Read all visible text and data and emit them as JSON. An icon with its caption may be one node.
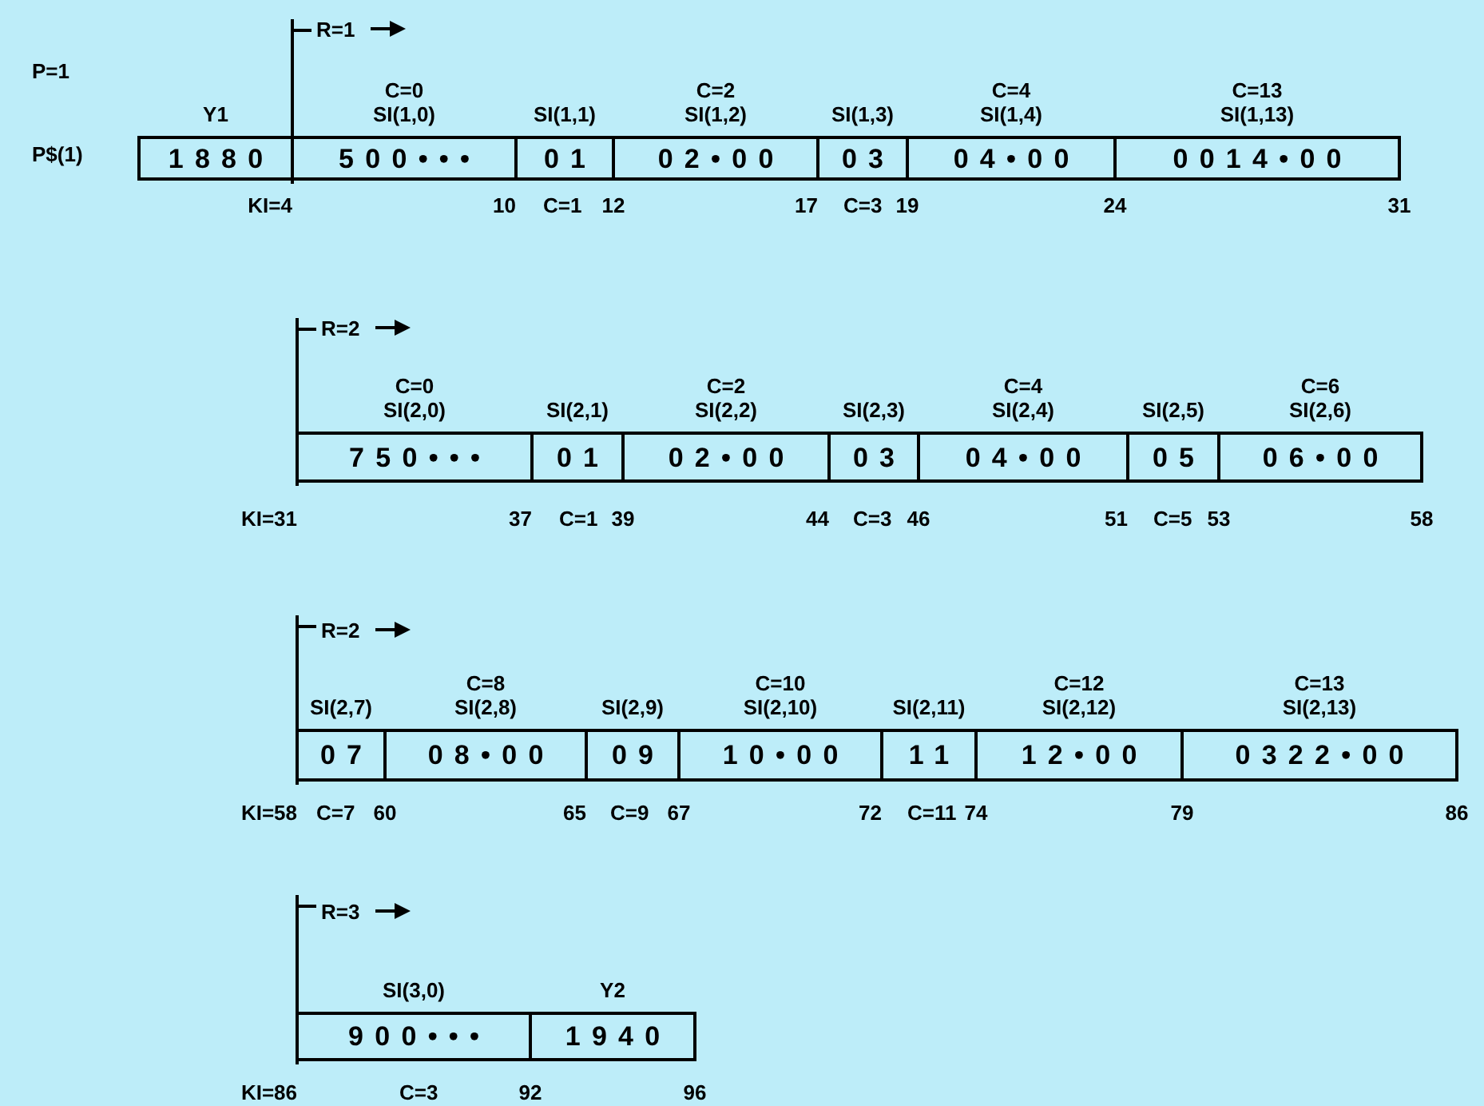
{
  "diagram": {
    "nodes": [
      {
        "text": [
          "1880"
        ],
        "beside": [
          "Y1"
        ]
      },
      {
        "text": [
          "500•••"
        ],
        "beside": [
          "C=0",
          "SI(1,0)"
        ]
      },
      {
        "text": [
          "01"
        ],
        "beside": [
          "SI(1,1)"
        ]
      },
      {
        "text": [
          "02•00"
        ],
        "beside": [
          "C=2",
          "SI(1,2)"
        ]
      },
      {
        "text": [
          "03"
        ],
        "beside": [
          "SI(1,3)"
        ]
      },
      {
        "text": [
          "04•00"
        ],
        "beside": [
          "C=4",
          "SI(1,4)"
        ]
      },
      {
        "text": [
          "0014•00"
        ],
        "beside": [
          "C=13",
          "SI(1,13)"
        ]
      },
      {
        "text": [
          "750•••"
        ],
        "beside": [
          "C=0",
          "SI(2,0)"
        ]
      },
      {
        "text": [
          "01"
        ],
        "beside": [
          "SI(2,1)"
        ]
      },
      {
        "text": [
          "02•00"
        ],
        "beside": [
          "C=2",
          "SI(2,2)"
        ]
      },
      {
        "text": [
          "03"
        ],
        "beside": [
          "SI(2,3)"
        ]
      },
      {
        "text": [
          "04•00"
        ],
        "beside": [
          "C=4",
          "SI(2,4)"
        ]
      },
      {
        "text": [
          "05"
        ],
        "beside": [
          "SI(2,5)"
        ]
      },
      {
        "text": [
          "06•00"
        ],
        "beside": [
          "C=6",
          "SI(2,6)"
        ]
      },
      {
        "text": [
          "07"
        ],
        "beside": [
          "SI(2,7)"
        ]
      },
      {
        "text": [
          "08•00"
        ],
        "beside": [
          "C=8",
          "SI(2,8)"
        ]
      },
      {
        "text": [
          "09"
        ],
        "beside": [
          "SI(2,9)"
        ]
      },
      {
        "text": [
          "10•00"
        ],
        "beside": [
          "C=10",
          "SI(2,10)"
        ]
      },
      {
        "text": [
          "11"
        ],
        "beside": [
          "SI(2,11)"
        ]
      },
      {
        "text": [
          "12•00"
        ],
        "beside": [
          "C=12",
          "SI(2,12)"
        ]
      },
      {
        "text": [
          "0322•00"
        ],
        "beside": [
          "C=13",
          "SI(2,13)"
        ]
      },
      {
        "text": [
          "900•••"
        ],
        "beside": [
          "SI(3,0)"
        ]
      },
      {
        "text": [
          "1940"
        ],
        "beside": [
          "Y2"
        ]
      }
    ],
    "labels": [
      "R=1",
      "P=1",
      "P$(1)",
      "KI=4",
      "10",
      "C=1",
      "12",
      "17",
      "C=3",
      "19",
      "24",
      "31",
      "R=2",
      "KI=31",
      "37",
      "C=1",
      "39",
      "44",
      "C=3",
      "46",
      "51",
      "C=5",
      "53",
      "58",
      "R=2",
      "KI=58",
      "C=7",
      "60",
      "65",
      "C=9",
      "67",
      "72",
      "C=11",
      "74",
      "79",
      "86",
      "R=3",
      "KI=86",
      "C=3",
      "92",
      "96"
    ]
  }
}
